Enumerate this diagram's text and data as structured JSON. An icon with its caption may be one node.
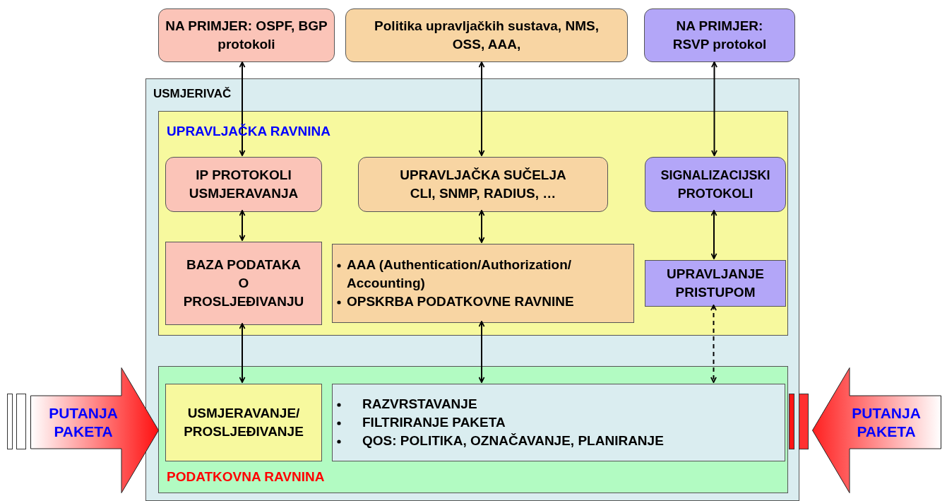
{
  "diagram": {
    "nodes": [
      {
        "text": [
          "NA PRIMJER: OSPF, BGP protokoli"
        ]
      },
      {
        "text": [
          "Politika upravljačkih sustava, NMS, OSS, AAA,"
        ]
      },
      {
        "text": [
          "NA PRIMJER: RSVP protokol"
        ]
      },
      {
        "text": [
          "USMJERIVAČ"
        ]
      },
      {
        "text": [
          "UPRAVLJAČKA RAVNINA"
        ],
        "in": 3
      },
      {
        "text": [
          "IP PROTOKOLI USMJERAVANJA"
        ],
        "in": 4
      },
      {
        "text": [
          "UPRAVLJAČKA SUČELJA",
          "CLI, SNMP, RADIUS, …"
        ],
        "in": 4
      },
      {
        "text": [
          "SIGNALIZACIJSKI PROTOKOLI"
        ],
        "in": 4
      },
      {
        "text": [
          "BAZA PODATAKA O PROSLJEĐIVANJU"
        ],
        "in": 4
      },
      {
        "text": [
          "AAA (Authentication/Authorization/ Accounting)",
          "OPSKRBA PODATKOVNE RAVNINE"
        ],
        "in": 4
      },
      {
        "text": [
          "UPRAVLJANJE PRISTUPOM"
        ],
        "in": 4
      },
      {
        "text": [
          "PODATKOVNA RAVNINA"
        ],
        "in": 3
      },
      {
        "text": [
          "USMJERAVANJE/ PROSLJEĐIVANJE"
        ],
        "in": 11
      },
      {
        "text": [
          "RAZVRSTAVANJE",
          "FILTRIRANJE PAKETA",
          "QOS: POLITIKA, OZNAČAVANJE, PLANIRANJE"
        ],
        "in": 11
      },
      {
        "text": [
          "PUTANJA PAKETA"
        ]
      },
      {
        "text": [
          "PUTANJA PAKETA"
        ]
      }
    ],
    "edges": [
      {
        "from": 0,
        "to": 5,
        "arrow": "both"
      },
      {
        "from": 1,
        "to": 6,
        "arrow": "both"
      },
      {
        "from": 2,
        "to": 7,
        "arrow": "both"
      },
      {
        "from": 5,
        "to": 8,
        "arrow": "both"
      },
      {
        "from": 6,
        "to": 9,
        "arrow": "both"
      },
      {
        "from": 7,
        "to": 10,
        "arrow": "both"
      },
      {
        "from": 8,
        "to": 12,
        "arrow": "both"
      },
      {
        "from": 9,
        "to": 13,
        "arrow": "both"
      },
      {
        "from": 10,
        "to": 13,
        "arrow": "both",
        "style": "dashed"
      }
    ]
  }
}
